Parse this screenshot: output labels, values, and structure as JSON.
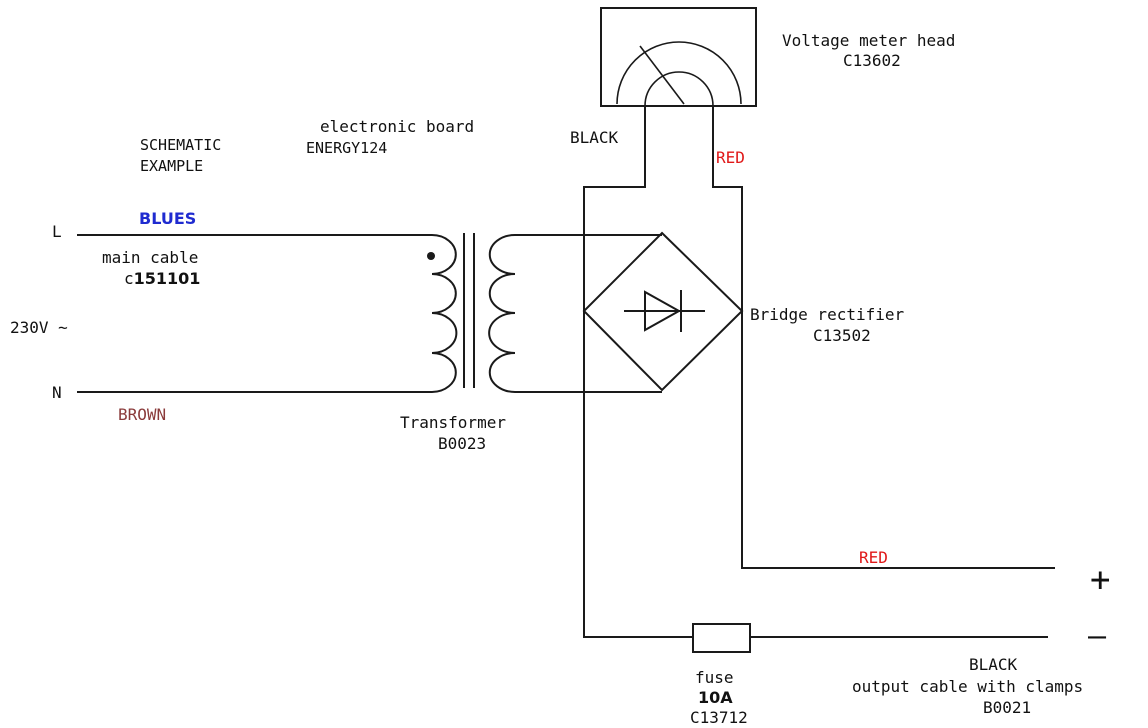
{
  "colors": {
    "line": "#1a1a1a",
    "text": "#111111",
    "blue_label": "#1f2bd0",
    "brown_label": "#8a3a3a",
    "red_label": "#e01818"
  },
  "title": {
    "line1": "SCHEMATIC",
    "line2": "EXAMPLE"
  },
  "board": {
    "line1": "electronic board",
    "line2": "ENERGY124"
  },
  "meter": {
    "line1": "Voltage meter head",
    "line2": "C13602"
  },
  "mains": {
    "l_label": "L",
    "n_label": "N",
    "voltage_label": "230V ~",
    "live_color_label": "BLUES",
    "neutral_color_label": "BROWN",
    "cable_line1": "main cable",
    "cable_prefix": "c",
    "cable_code": "151101"
  },
  "transformer": {
    "line1": "Transformer",
    "line2": "B0023"
  },
  "rectifier": {
    "line1": "Bridge rectifier",
    "line2": "C13502"
  },
  "meter_wires": {
    "black_label": "BLACK",
    "red_label": "RED"
  },
  "output": {
    "red_label": "RED",
    "plus_symbol": "+",
    "minus_symbol": "—",
    "black_label": "BLACK",
    "cable_label": "output cable with clamps",
    "cable_code": "B0021"
  },
  "fuse": {
    "line1": "fuse",
    "rating": "10A",
    "code": "C13712"
  }
}
